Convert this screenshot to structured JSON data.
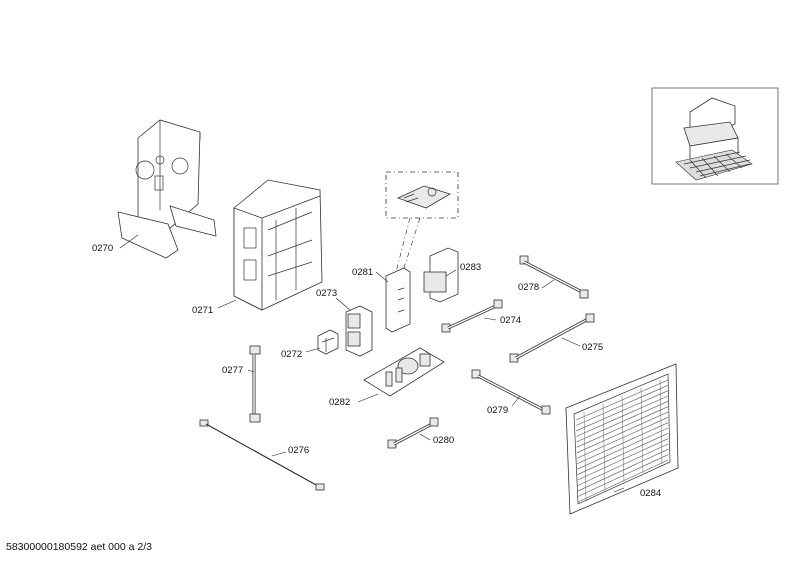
{
  "labels": {
    "p0270": "0270",
    "p0271": "0271",
    "p0272": "0272",
    "p0273": "0273",
    "p0274": "0274",
    "p0275": "0275",
    "p0276": "0276",
    "p0277": "0277",
    "p0278": "0278",
    "p0279": "0279",
    "p0280": "0280",
    "p0281": "0281",
    "p0282": "0282",
    "p0283": "0283",
    "p0284": "0284"
  },
  "footer": "58300000180592 aet 000 a 2/3"
}
